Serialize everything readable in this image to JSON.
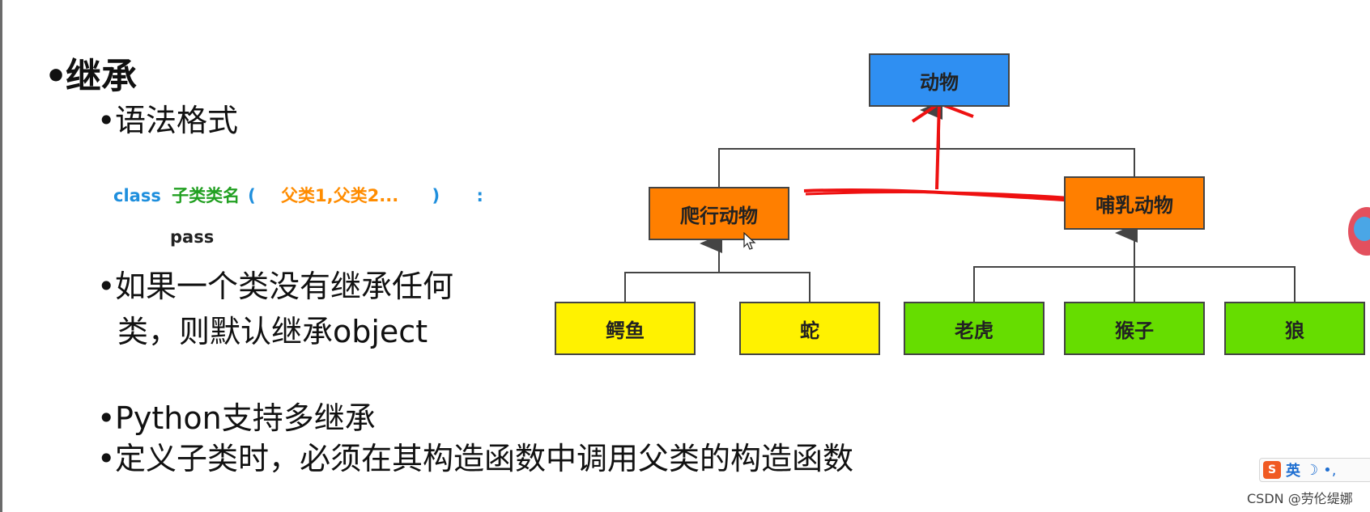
{
  "slide": {
    "title": "继承",
    "bullets": {
      "grammar": "语法格式",
      "object_line1": "如果一个类没有继承任何",
      "object_line2": "类，则默认继承object",
      "multi": "Python支持多继承",
      "define": "定义子类时，必须在其构造函数中调用父类的构造函数"
    },
    "code": {
      "keyword": "class",
      "class_name": "子类类名",
      "open_paren": "(",
      "parents": "父类1,父类2...",
      "close_paren": ")",
      "colon": ":",
      "body": "pass"
    }
  },
  "diagram": {
    "root": "动物",
    "level1": [
      "爬行动物",
      "哺乳动物"
    ],
    "reptile_children": [
      "鳄鱼",
      "蛇"
    ],
    "mammal_children": [
      "老虎",
      "猴子",
      "狼"
    ],
    "colors": {
      "root": "#2f8ff2",
      "level1": "#ff7f00",
      "reptile_children": "#fff200",
      "mammal_children": "#66dd00",
      "annotation": "#ff0000"
    }
  },
  "taskbar": {
    "ime_language": "英",
    "ime_icons": [
      "sogou-logo-icon",
      "moon-icon",
      "dot-icon"
    ]
  },
  "watermark": "CSDN @劳伦缇娜"
}
